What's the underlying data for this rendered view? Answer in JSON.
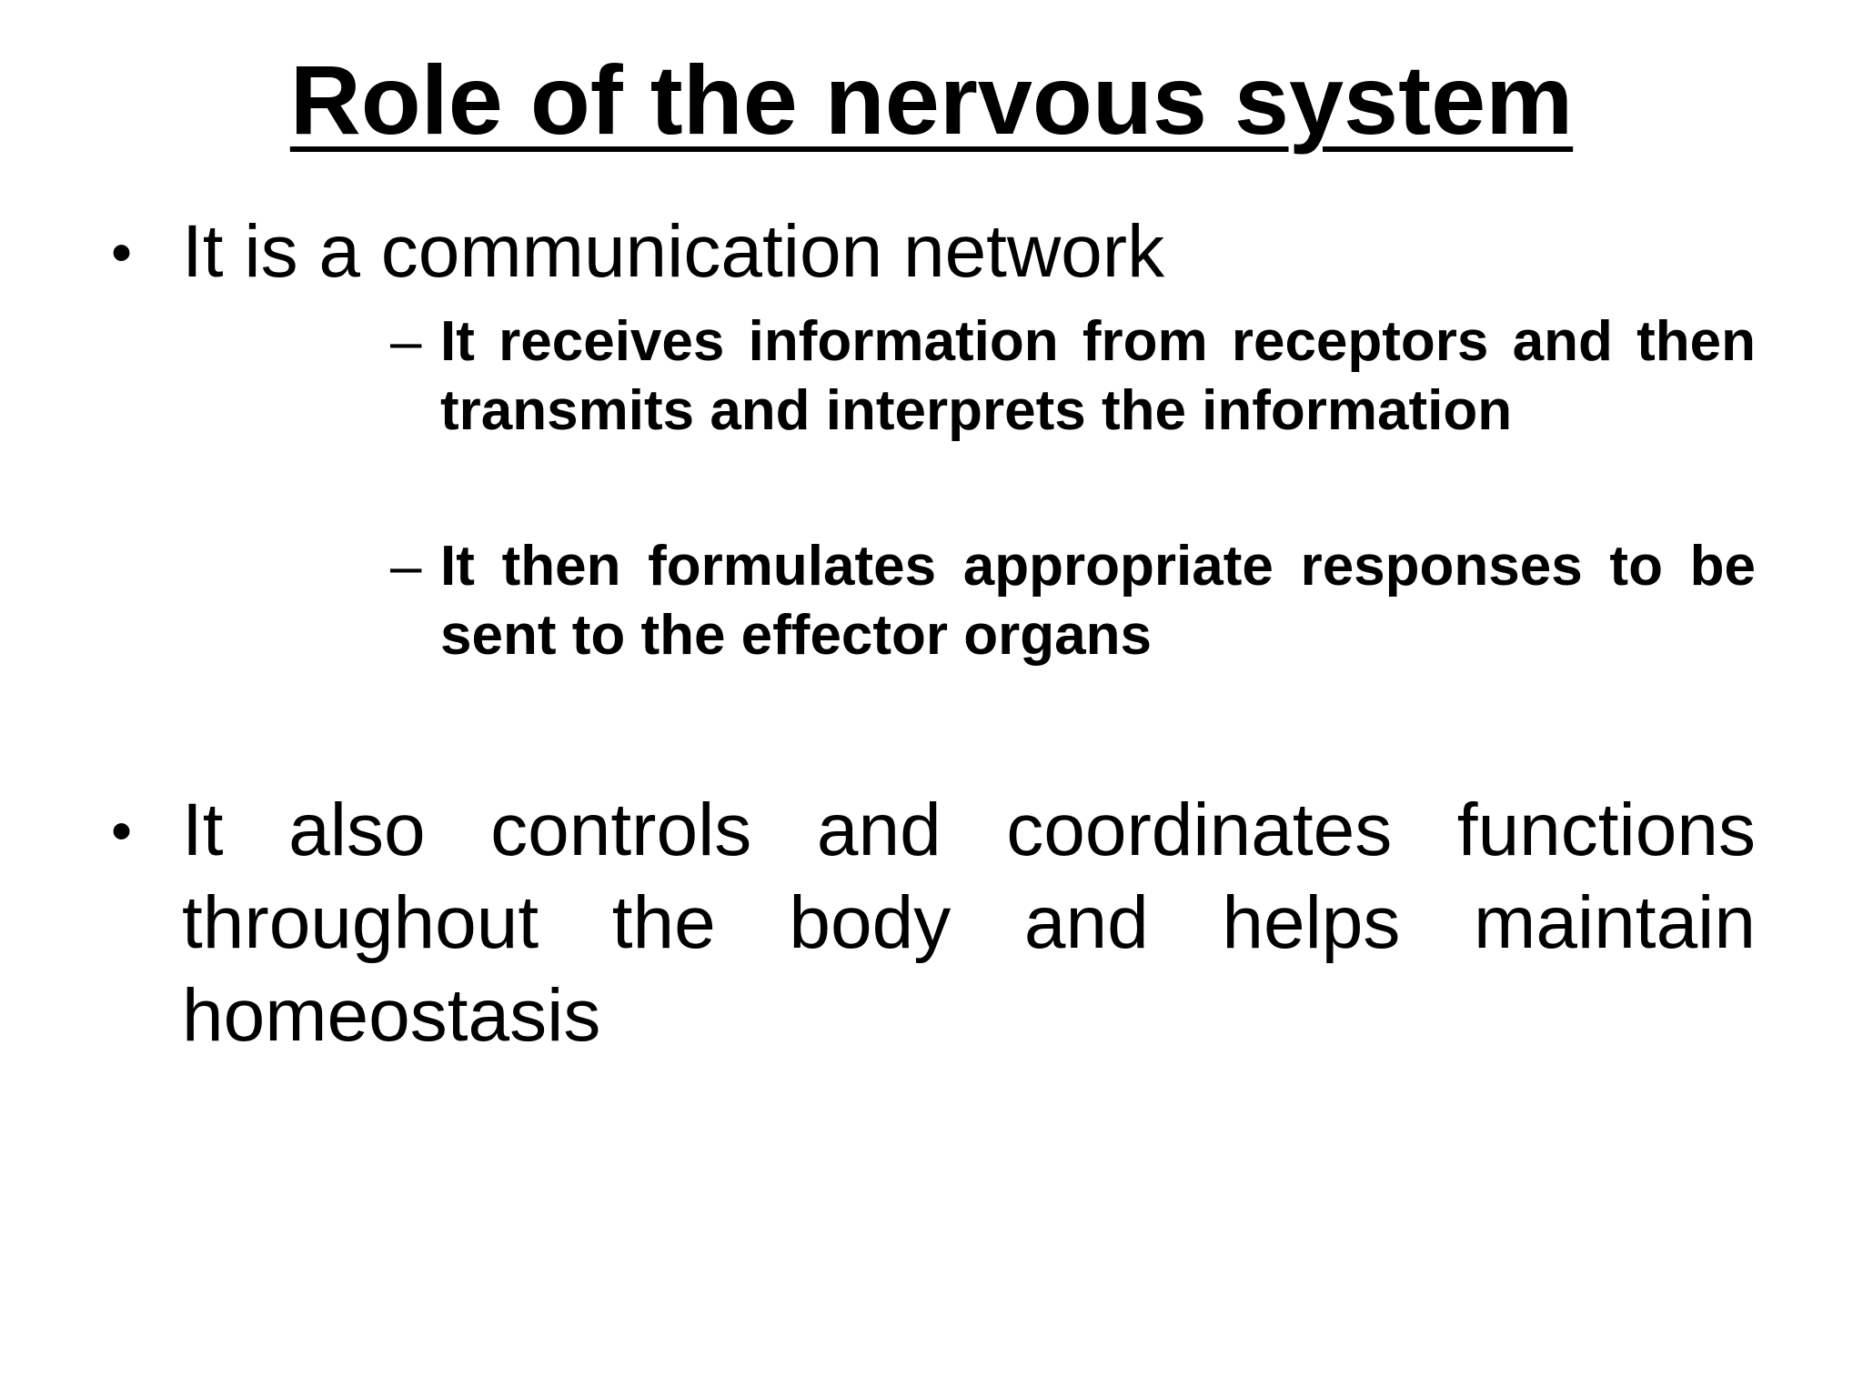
{
  "slide": {
    "title": "Role of the nervous system",
    "bullets": [
      {
        "marker": "•",
        "text": "It is a communication network",
        "sub_items": [
          {
            "marker": "–",
            "text": "It receives information from receptors and then transmits and interprets the information"
          },
          {
            "marker": "–",
            "text": "It then formulates appropriate responses to be sent to the effector organs"
          }
        ]
      },
      {
        "marker": "•",
        "text": "It also controls and coordinates functions throughout the body and helps maintain homeostasis"
      }
    ]
  }
}
